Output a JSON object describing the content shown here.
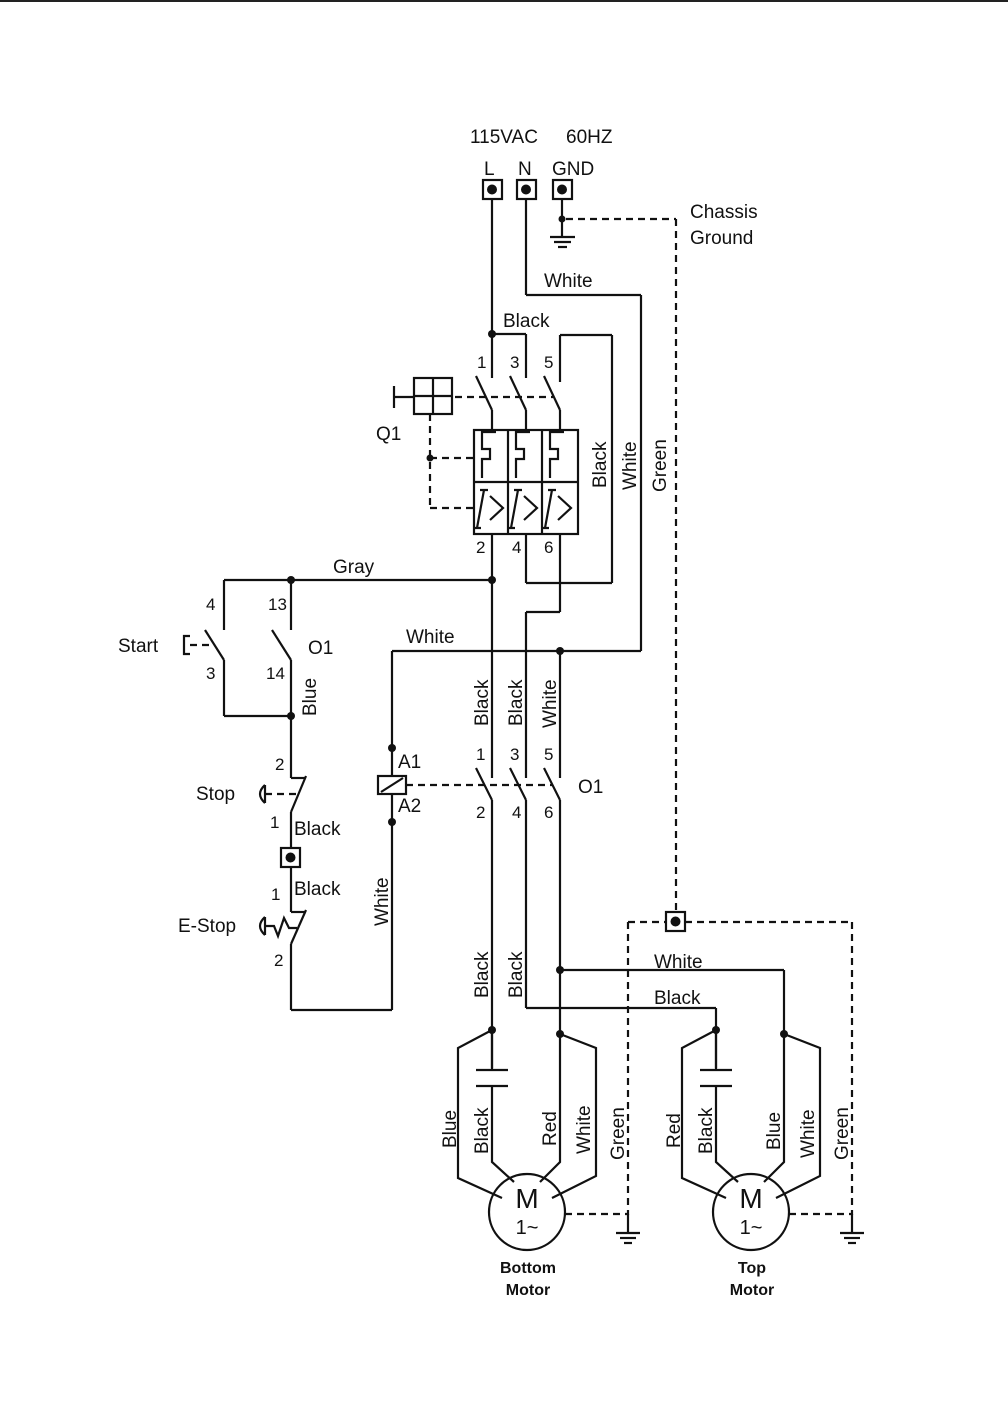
{
  "supply": {
    "voltage": "115VAC",
    "freq": "60HZ",
    "L": "L",
    "N": "N",
    "GND": "GND"
  },
  "chassis": {
    "line1": "Chassis",
    "line2": "Ground"
  },
  "breaker": {
    "name": "Q1",
    "t1": "1",
    "t3": "3",
    "t5": "5",
    "t2": "2",
    "t4": "4",
    "t6": "6"
  },
  "contactor": {
    "name": "O1",
    "aux_name": "O1",
    "a1": "A1",
    "a2": "A2",
    "t1": "1",
    "t3": "3",
    "t5": "5",
    "t2": "2",
    "t4": "4",
    "t6": "6",
    "aux13": "13",
    "aux14": "14"
  },
  "start": {
    "label": "Start",
    "t4": "4",
    "t3": "3"
  },
  "stop": {
    "label": "Stop",
    "t2": "2",
    "t1": "1"
  },
  "estop": {
    "label": "E-Stop",
    "t1": "1",
    "t2": "2"
  },
  "wires": {
    "white": "White",
    "black": "Black",
    "gray": "Gray",
    "green": "Green",
    "blue": "Blue",
    "red": "Red"
  },
  "motors": {
    "symbol": "M",
    "phase": "1~",
    "bottom": {
      "line1": "Bottom",
      "line2": "Motor"
    },
    "top": {
      "line1": "Top",
      "line2": "Motor"
    }
  }
}
